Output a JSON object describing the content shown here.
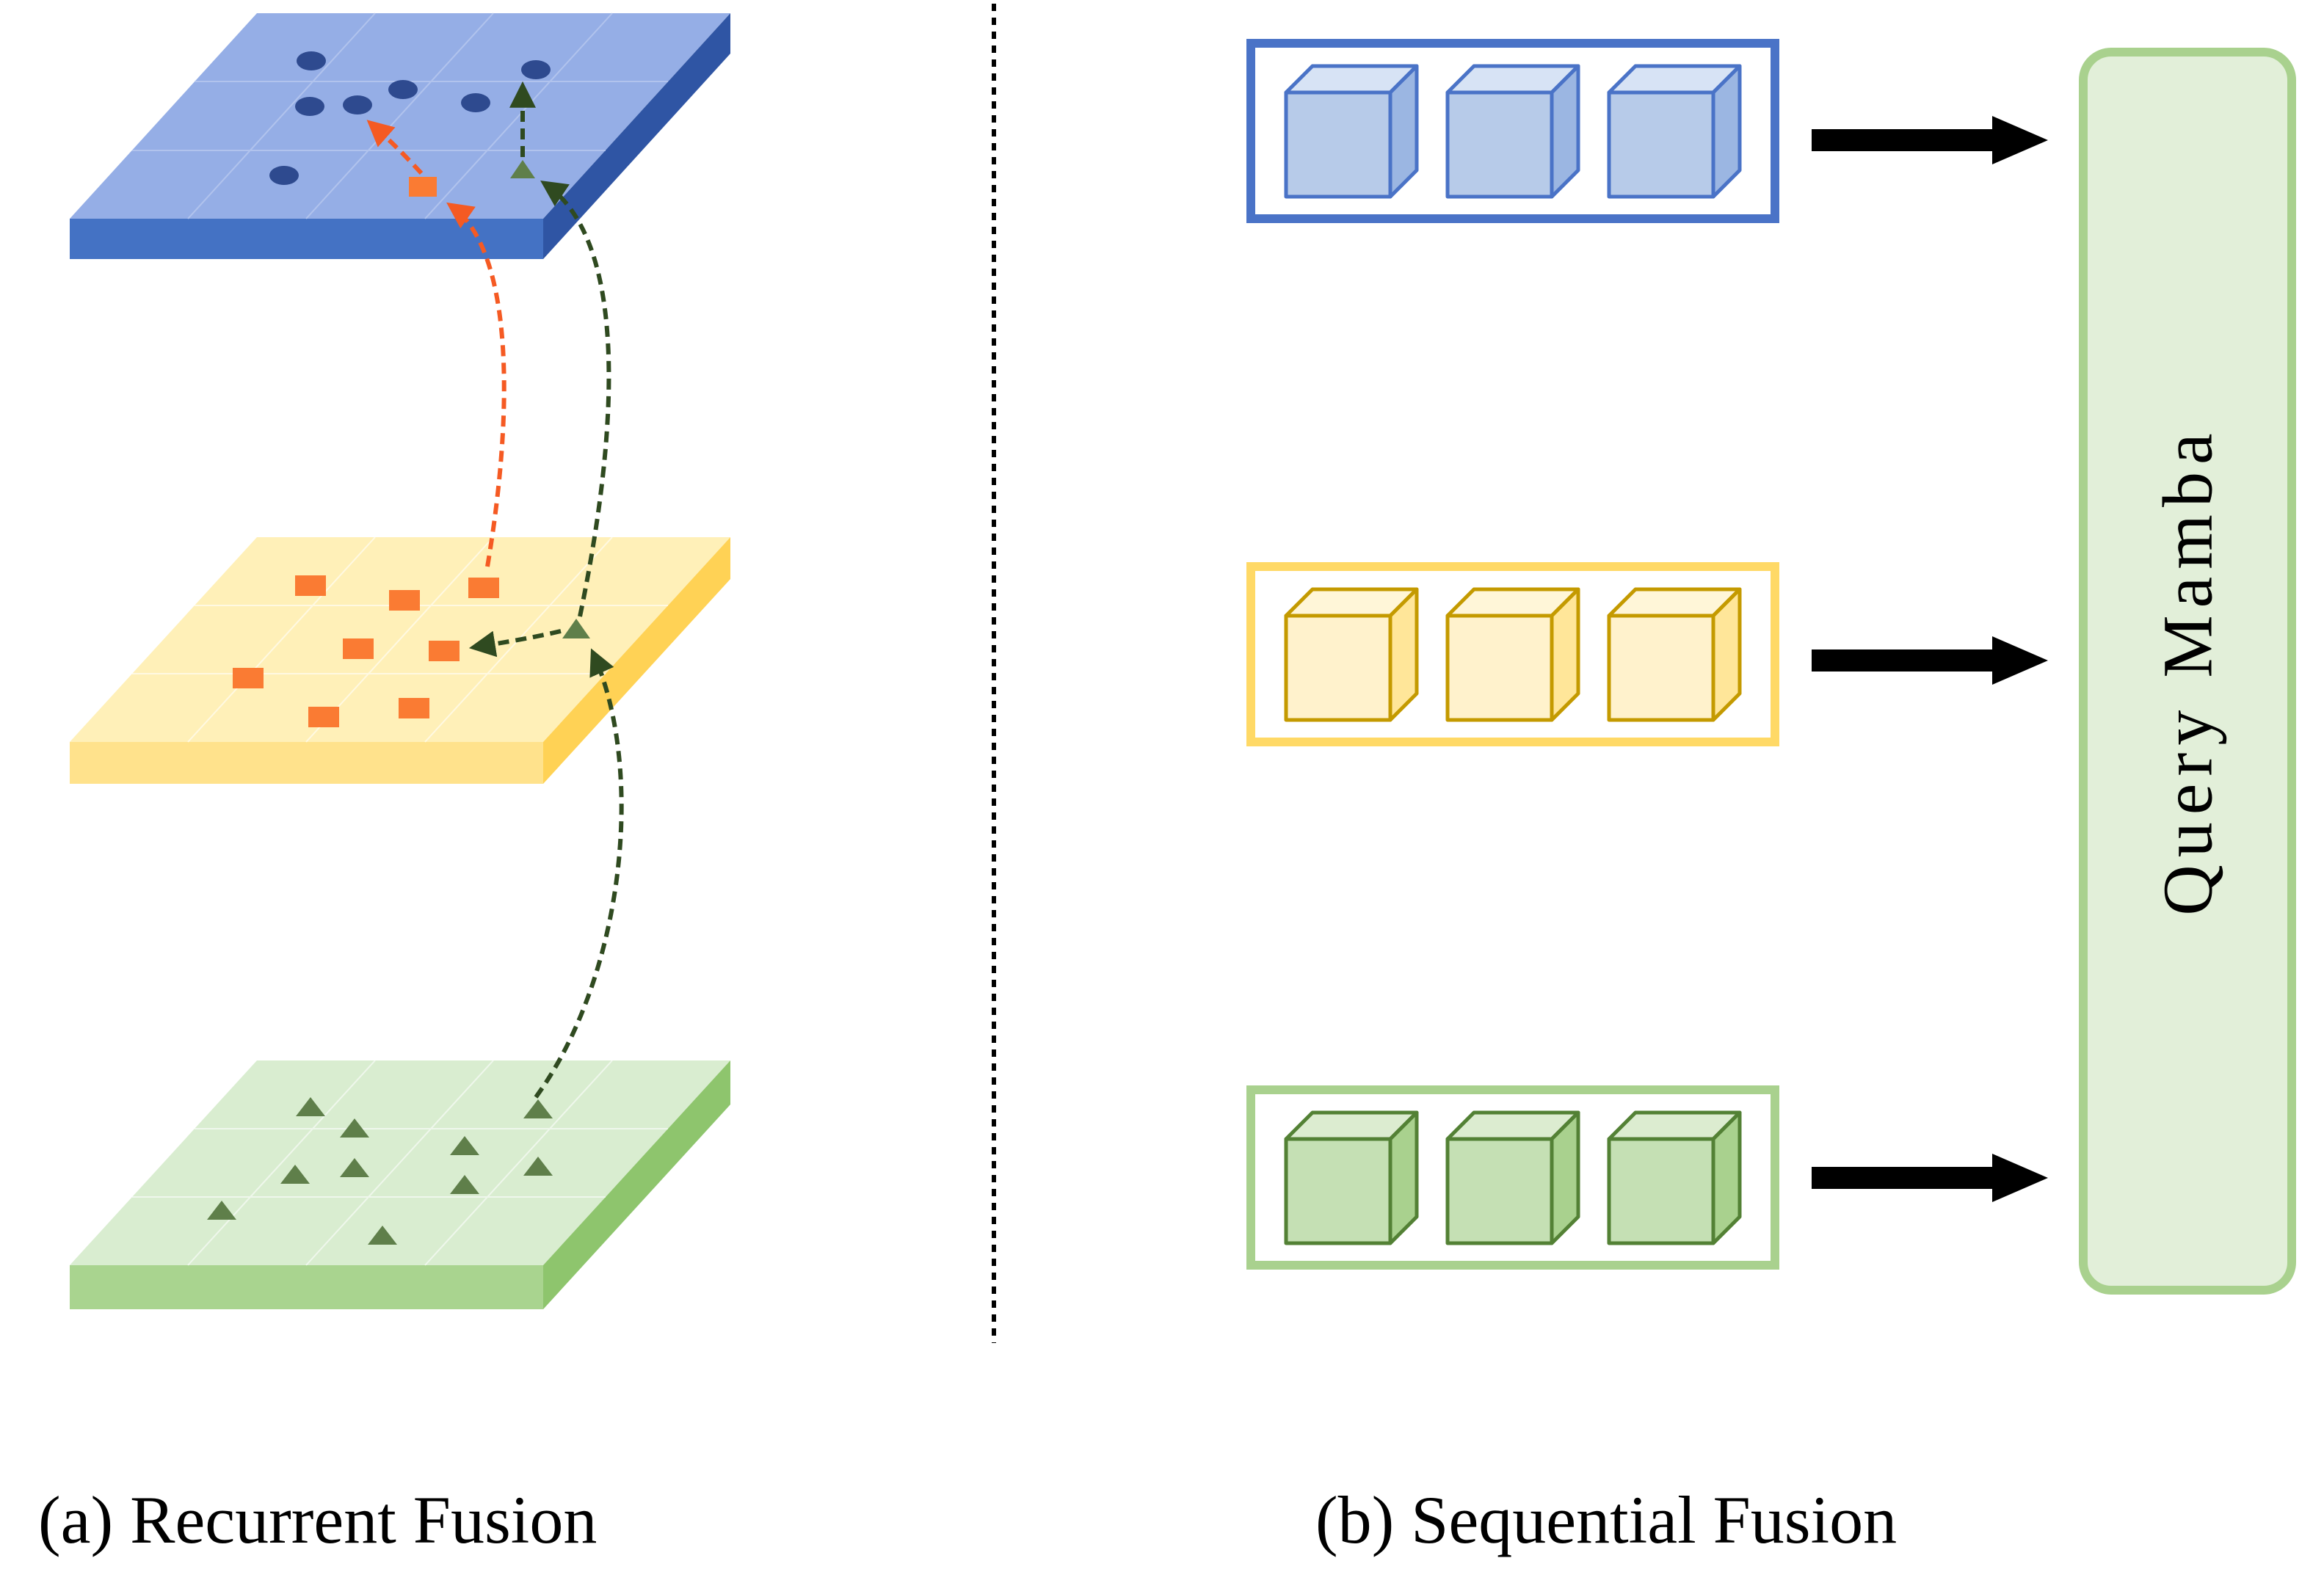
{
  "captions": {
    "recurrent": "(a) Recurrent Fusion",
    "sequential": "(b) Sequential Fusion"
  },
  "query_mamba": {
    "label": "Query Mamba"
  },
  "colors": {
    "blue_top": "#95aee6",
    "blue_front": "#4472c4",
    "blue_side": "#2f55a4",
    "blue_dot": "#2e4a8f",
    "yellow_top": "#fff0b8",
    "yellow_front": "#ffe28c",
    "yellow_side": "#ffd255",
    "orange_marker": "#fa7b33",
    "orange_arrow": "#f55a23",
    "green_top": "#d9edd0",
    "green_front": "#a9d48f",
    "green_side": "#8ec56d",
    "green_marker": "#5f7f4a",
    "green_arrow": "#2f4a20",
    "blue_frame": "#4a73c7",
    "blue_cube_fill": "#b7cbe9",
    "blue_cube_stroke": "#4a73c7",
    "yellow_frame": "#ffd966",
    "yellow_cube_fill": "#fff2cc",
    "yellow_cube_stroke": "#c49a00",
    "green_frame": "#a9d18e",
    "green_cube_fill": "#c5e0b4",
    "green_cube_stroke": "#538135",
    "mamba_fill": "#e2efd9",
    "mamba_stroke": "#a9d18e"
  }
}
